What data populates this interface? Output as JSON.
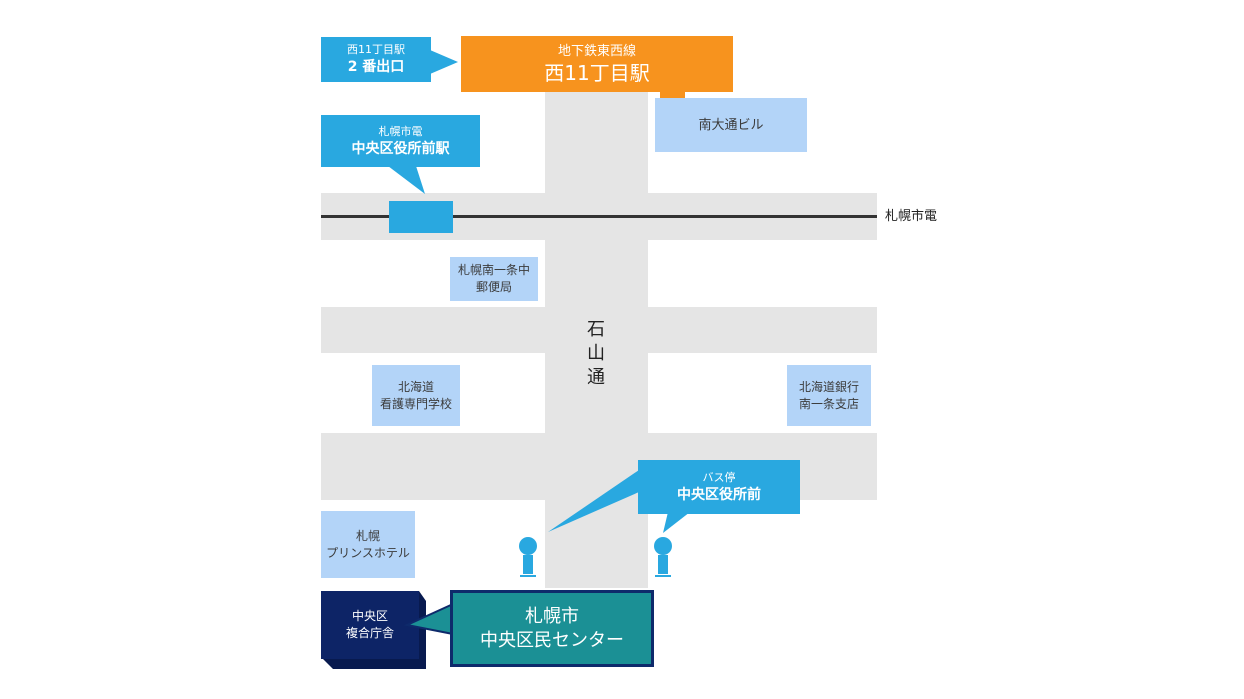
{
  "map": {
    "colors": {
      "road": "#e5e5e5",
      "building": "#b3d4f8",
      "callout": "#29a8e0",
      "subway": "#f7931e",
      "target": "#1b9095",
      "target_border": "#0e2a6b",
      "government": "#0d2466",
      "rail": "#333333"
    },
    "subway_station": {
      "line": "地下鉄東西線",
      "name": "西11丁目駅"
    },
    "subway_exit": {
      "station": "西11丁目駅",
      "exit": "2 番出口"
    },
    "streetcar_stop": {
      "line": "札幌市電",
      "name": "中央区役所前駅"
    },
    "streetcar_line_label": "札幌市電",
    "street_name": [
      "石",
      "山",
      "通"
    ],
    "bus_stop": {
      "type": "バス停",
      "name": "中央区役所前"
    },
    "buildings": [
      {
        "id": "minami-odori",
        "lines": [
          "南大通ビル"
        ]
      },
      {
        "id": "post-office",
        "lines": [
          "札幌南一条中",
          "郵便局"
        ]
      },
      {
        "id": "nursing-school",
        "lines": [
          "北海道",
          "看護専門学校"
        ]
      },
      {
        "id": "hokkaido-bank",
        "lines": [
          "北海道銀行",
          "南一条支店"
        ]
      },
      {
        "id": "prince-hotel",
        "lines": [
          "札幌",
          "プリンスホテル"
        ]
      }
    ],
    "government_building": {
      "lines": [
        "中央区",
        "複合庁舎"
      ]
    },
    "destination": {
      "lines": [
        "札幌市",
        "中央区民センター"
      ]
    }
  }
}
